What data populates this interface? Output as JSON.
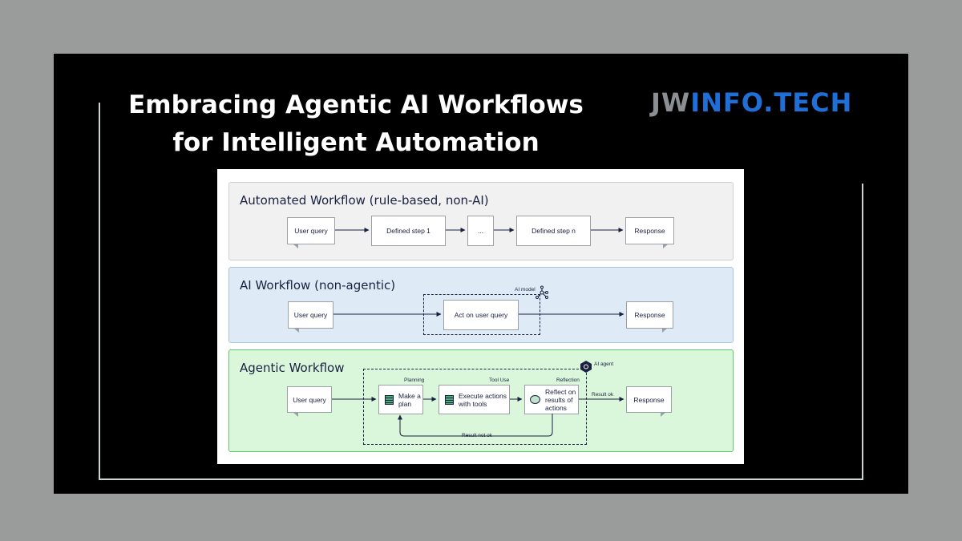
{
  "header": {
    "title_line1": "Embracing Agentic AI Workflows",
    "title_line2": "for Intelligent Automation",
    "logo_part1": "JW",
    "logo_part2": "INFO.TECH"
  },
  "diagram": {
    "automated": {
      "title": "Automated Workflow (rule-based, non-AI)",
      "user_query": "User query",
      "step1": "Defined step 1",
      "ellipsis": "...",
      "stepn": "Defined step n",
      "response": "Response"
    },
    "ai": {
      "title": "AI Workflow (non-agentic)",
      "model_label": "AI model",
      "user_query": "User query",
      "act": "Act on user query",
      "response": "Response"
    },
    "agentic": {
      "title": "Agentic Workflow",
      "agent_label": "AI agent",
      "planning_label": "Planning",
      "tooluse_label": "Tool Use",
      "reflection_label": "Reflection",
      "user_query": "User query",
      "plan": "Make a plan",
      "execute": "Execute actions with tools",
      "reflect": "Reflect on results of actions",
      "result_ok": "Result ok",
      "result_not_ok": "Result not ok",
      "response": "Response"
    }
  },
  "colors": {
    "background": "#9a9c9c",
    "panel": "#000000",
    "logo_blue": "#1f6fd8",
    "logo_gray": "#8b8f94",
    "row1_bg": "#f1f1f1",
    "row2_bg": "#deebf6",
    "row3_bg": "#dbf7db",
    "row3_border": "#5cc96a",
    "ink": "#1a2140"
  }
}
